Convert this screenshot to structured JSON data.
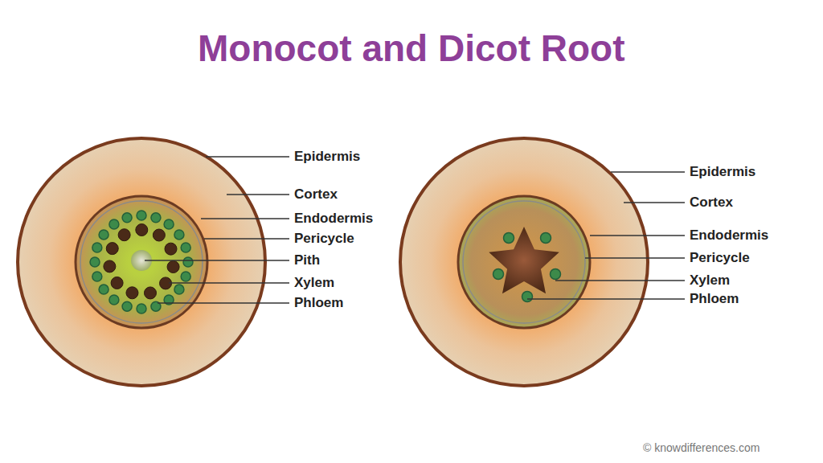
{
  "diagram": {
    "title": "Monocot and Dicot Root",
    "labels": [
      "Epidermis",
      "Cortex",
      "Endodermis",
      "Pericycle",
      "Pith",
      "Xylem",
      "Phloem",
      "Epidermis",
      "Cortex",
      "Endodermis",
      "Pericycle",
      "Xylem",
      "Phloem",
      "© knowdifferences.com"
    ]
  }
}
